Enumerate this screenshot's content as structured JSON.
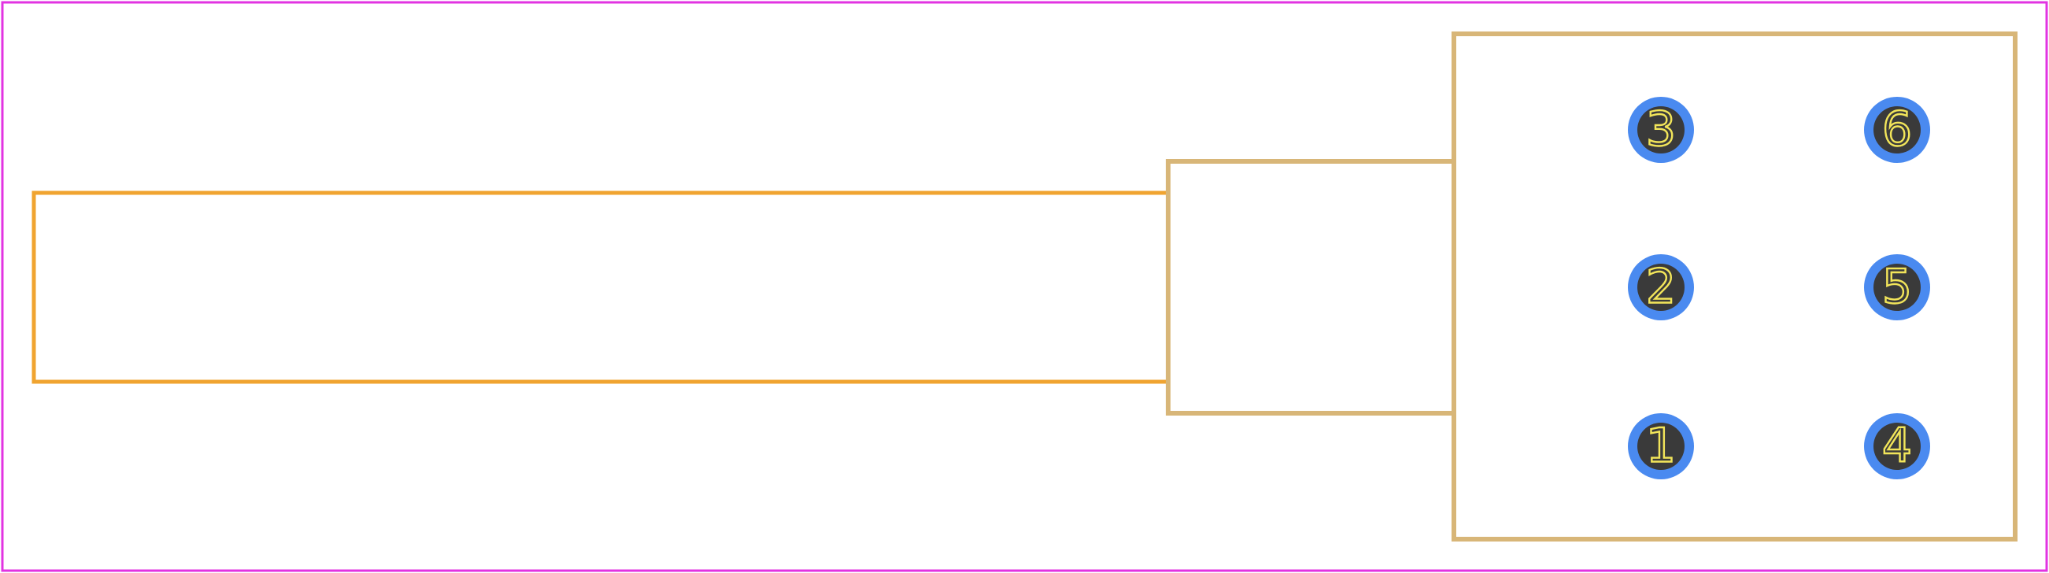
{
  "colors": {
    "board_outline": "#e233e2",
    "silkscreen_outline": "#f0a430",
    "body_outline": "#d8b678",
    "pad_ring": "#4a8af0",
    "pad_hole": "#3a3a3a",
    "pin_label": "#f2e55a"
  },
  "pins": [
    {
      "number": "3",
      "row": 0,
      "col": 0
    },
    {
      "number": "6",
      "row": 0,
      "col": 1
    },
    {
      "number": "2",
      "row": 1,
      "col": 0
    },
    {
      "number": "5",
      "row": 1,
      "col": 1
    },
    {
      "number": "1",
      "row": 2,
      "col": 0
    },
    {
      "number": "4",
      "row": 2,
      "col": 1
    }
  ]
}
